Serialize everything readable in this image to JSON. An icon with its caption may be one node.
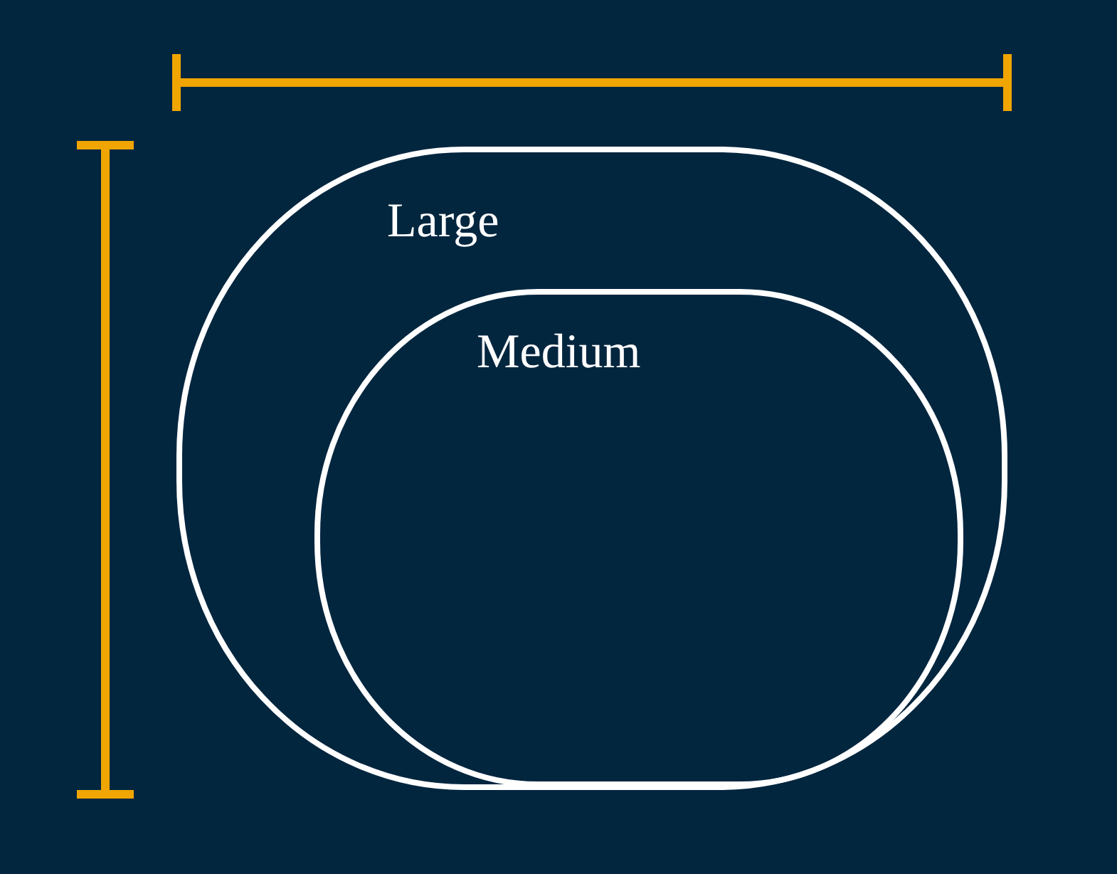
{
  "diagram": {
    "nodes": [
      {
        "text": [
          "Large"
        ]
      },
      {
        "text": [
          "Medium"
        ],
        "in": 0
      }
    ]
  }
}
